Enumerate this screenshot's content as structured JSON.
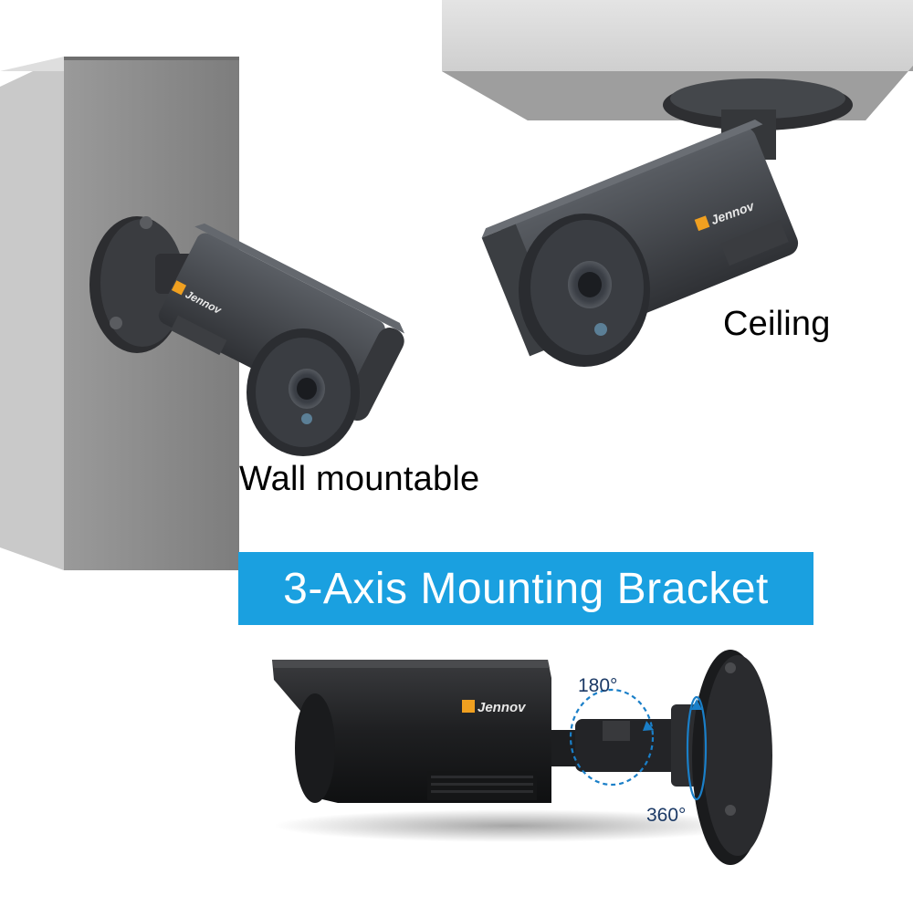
{
  "labels": {
    "wall": "Wall mountable",
    "ceiling": "Ceiling"
  },
  "banner": {
    "text": "3-Axis Mounting Bracket",
    "color": "#1aa0e0"
  },
  "rotation": {
    "pan": "180°",
    "tilt": "360°"
  },
  "brand": "Jennov",
  "colors": {
    "camera_body": "#4a4d52",
    "wall": "#8a8a8a",
    "ceiling": "#d9d9d9",
    "rotation_arrow": "#1a7fc8",
    "brand_logo": "#f0a020"
  },
  "icons": [
    "wall-camera",
    "ceiling-camera",
    "bracket-camera",
    "pan-rotation-arrow",
    "tilt-rotation-arrow",
    "brand-logo-icon"
  ]
}
